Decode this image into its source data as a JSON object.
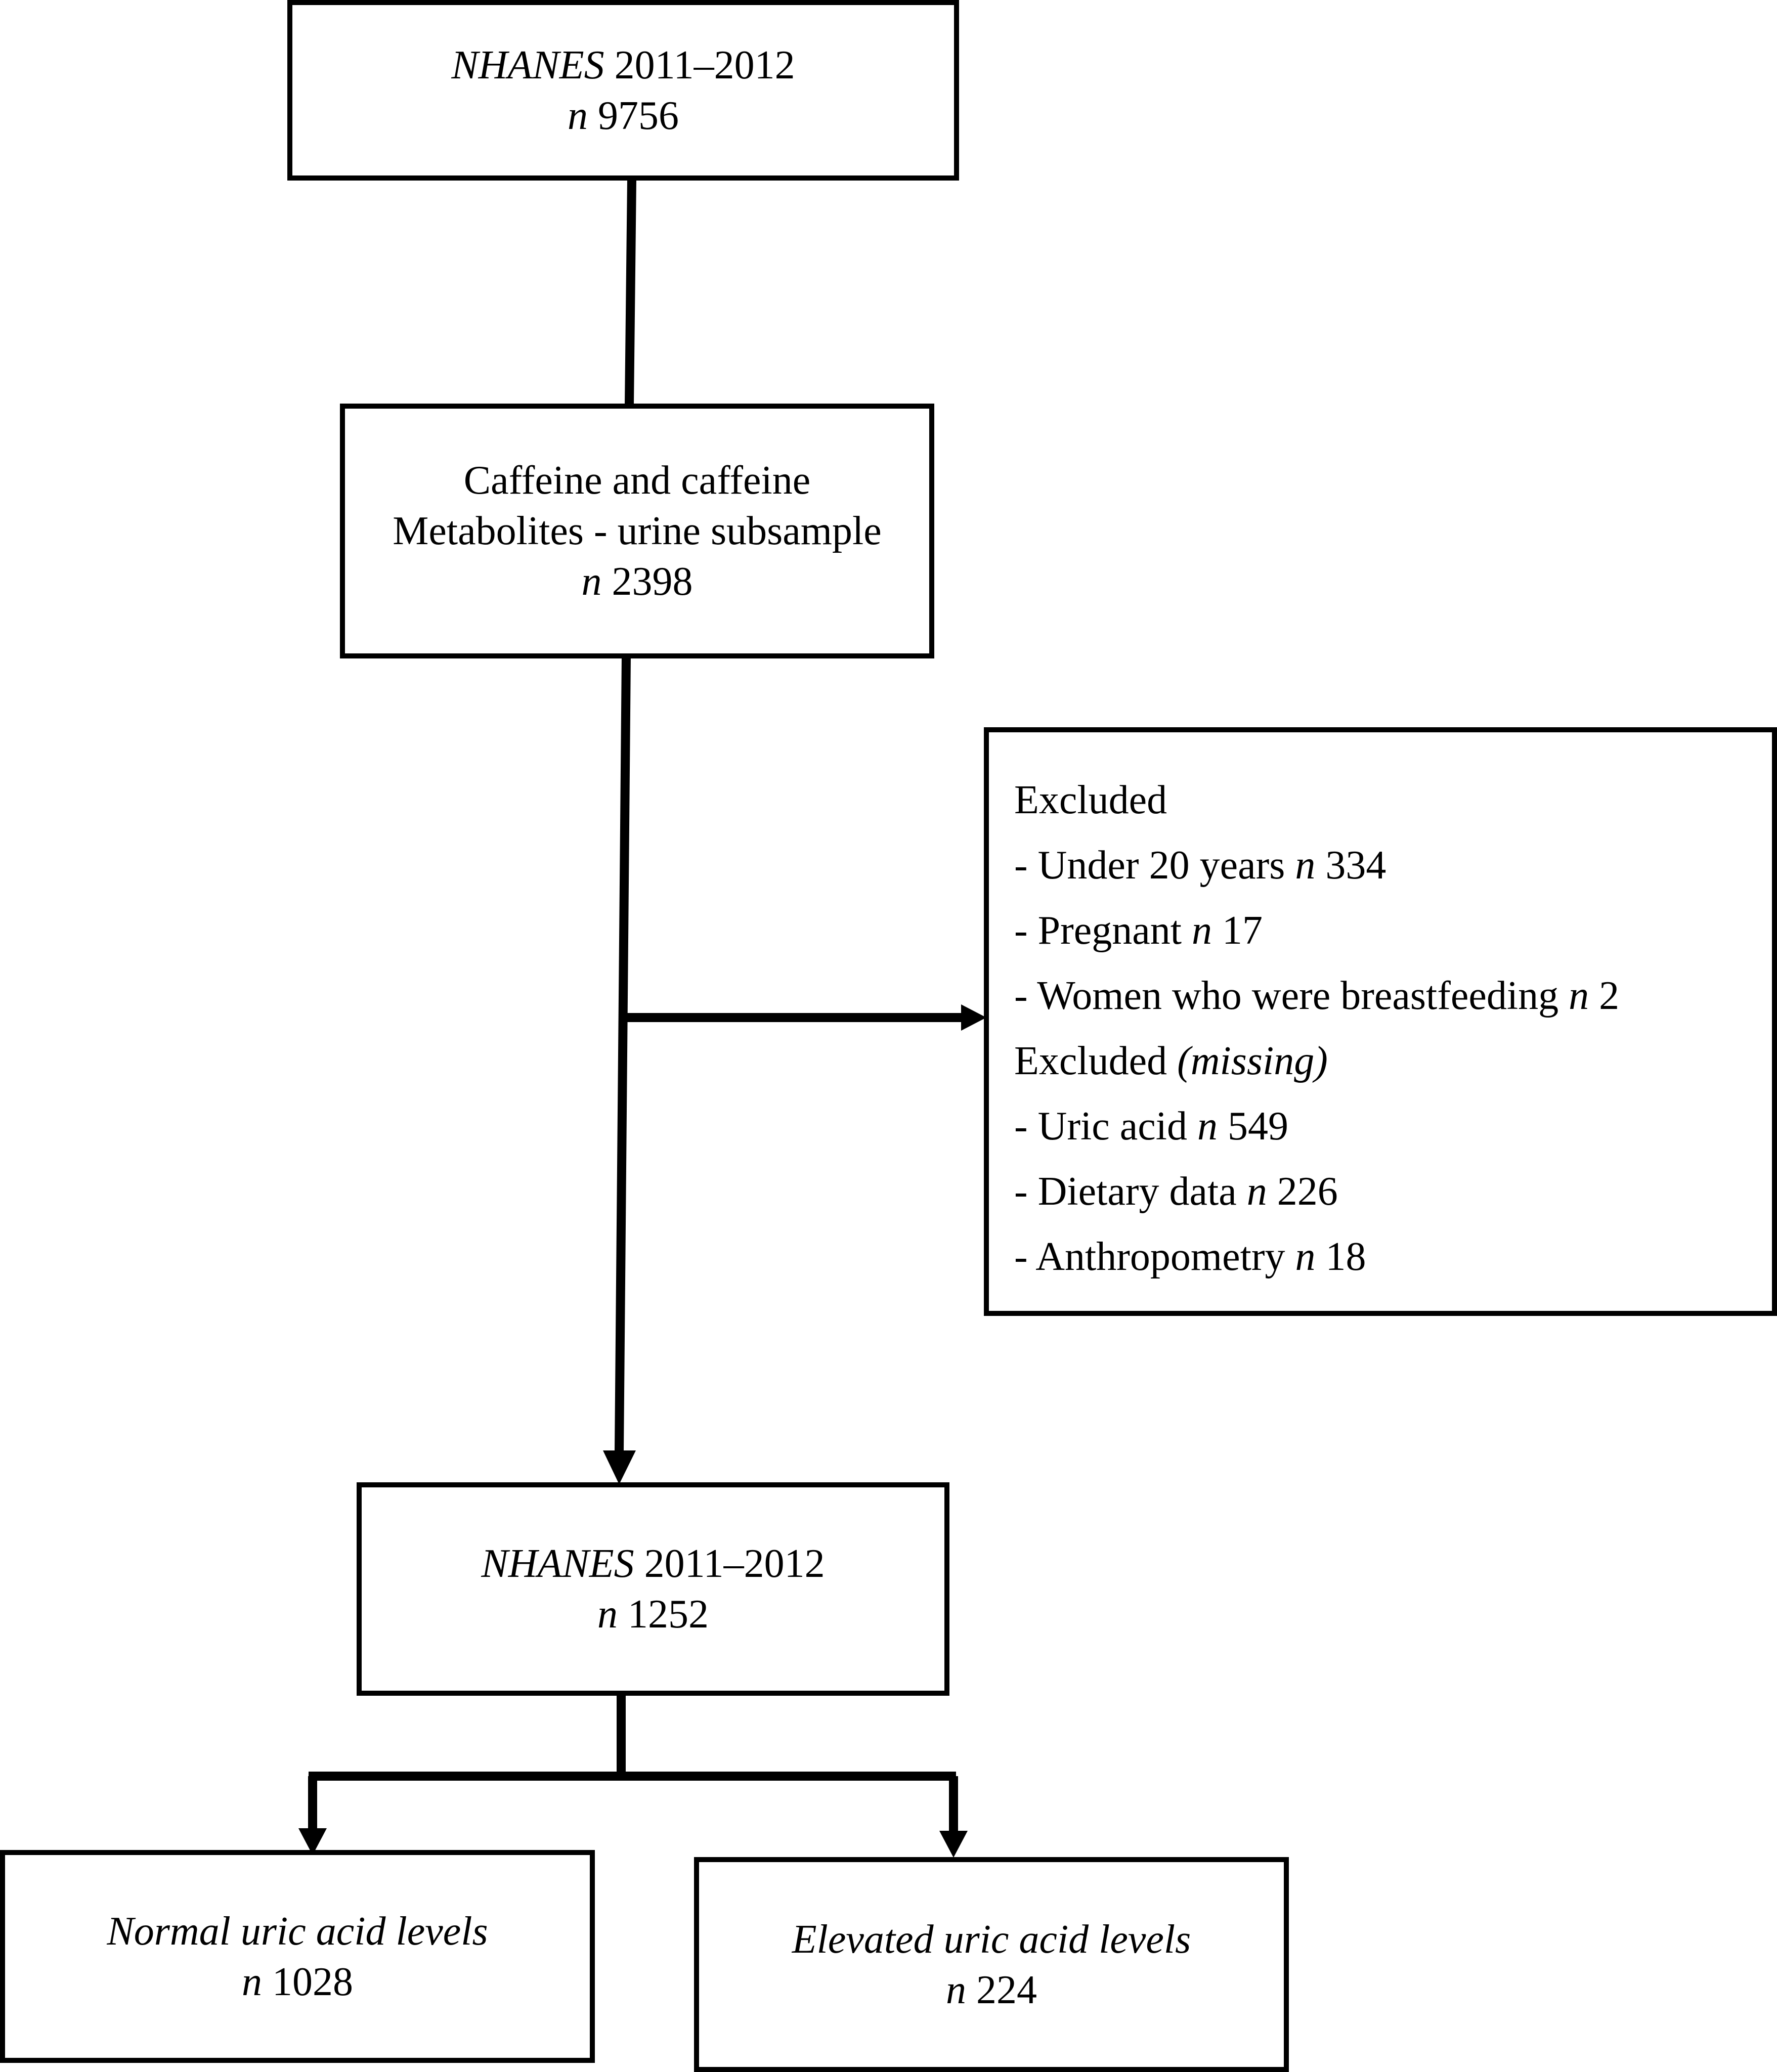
{
  "boxes": {
    "start": {
      "italic": "NHANES",
      "rest": " 2011–2012",
      "n_label": "n",
      "n_value": " 9756"
    },
    "subsample": {
      "line1": "Caffeine and caffeine",
      "line2": "Metabolites - urine subsample",
      "n_label": "n",
      "n_value": " 2398"
    },
    "excluded": {
      "heading1": "Excluded",
      "items1": [
        {
          "text": "- Under 20 years ",
          "n_label": "n",
          "n_value": " 334"
        },
        {
          "text": "- Pregnant ",
          "n_label": "n",
          "n_value": " 17"
        },
        {
          "text": "- Women who were breastfeeding ",
          "n_label": "n",
          "n_value": " 2"
        }
      ],
      "heading2": "Excluded ",
      "heading2_italic": "(missing)",
      "items2": [
        {
          "text": "- Uric acid ",
          "n_label": "n",
          "n_value": " 549"
        },
        {
          "text": "- Dietary data ",
          "n_label": "n",
          "n_value": " 226"
        },
        {
          "text": "- Anthropometry ",
          "n_label": "n",
          "n_value": " 18"
        }
      ]
    },
    "final": {
      "italic": "NHANES",
      "rest": " 2011–2012",
      "n_label": "n",
      "n_value": " 1252"
    },
    "normal": {
      "label": "Normal uric acid levels",
      "n_label": "n",
      "n_value": " 1028"
    },
    "elevated": {
      "label": "Elevated uric acid levels",
      "n_label": "n",
      "n_value": " 224"
    }
  }
}
